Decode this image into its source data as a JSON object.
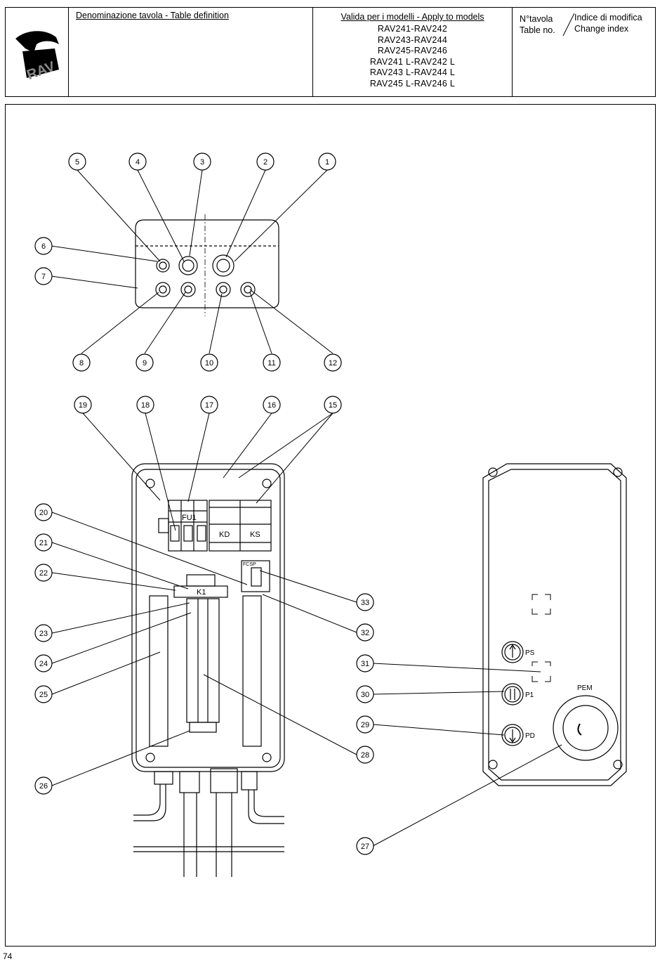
{
  "header": {
    "logo_text": "RAV",
    "table_definition_label": "Denominazione tavola - Table definition",
    "valid_models_label": "Valida per i modelli - Apply to models",
    "models": [
      "RAV241-RAV242",
      "RAV243-RAV244",
      "RAV245-RAV246",
      "RAV241 L-RAV242 L",
      "RAV243 L-RAV244 L",
      "RAV245 L-RAV246 L"
    ],
    "table_no_label_1": "N°tavola",
    "table_no_label_2": "Table no.",
    "change_index_label_1": "Indice di modifica",
    "change_index_label_2": "Change index"
  },
  "diagram": {
    "callouts": [
      "1",
      "2",
      "3",
      "4",
      "5",
      "6",
      "7",
      "8",
      "9",
      "10",
      "11",
      "12",
      "15",
      "16",
      "17",
      "18",
      "19",
      "20",
      "21",
      "22",
      "23",
      "24",
      "25",
      "26",
      "26",
      "27",
      "28",
      "29",
      "30",
      "31",
      "32",
      "33"
    ],
    "component_labels": {
      "fuse": "FU1",
      "contactor_down": "KD",
      "contactor_up": "KS",
      "relay": "K1",
      "fcsp": "FCSP"
    },
    "pendant_labels": {
      "up": "PS",
      "p1": "P1",
      "down": "PD",
      "emergency": "PEM"
    }
  },
  "footer": {
    "page_number": "74"
  }
}
